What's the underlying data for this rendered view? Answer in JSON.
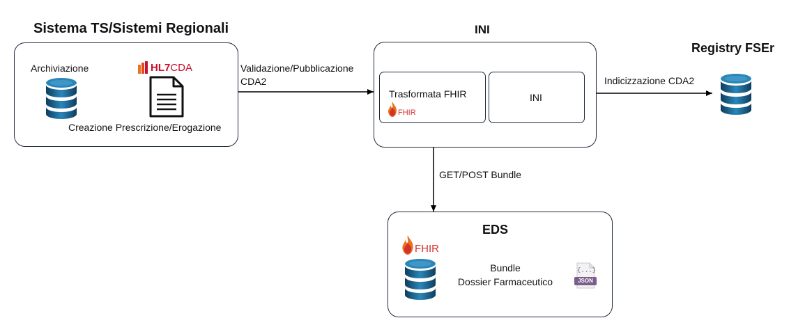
{
  "sistema": {
    "title": "Sistema TS/Sistemi Regionali",
    "archiviazione": "Archiviazione",
    "creazione": "Creazione Prescrizione/Erogazione",
    "hl7_logo": {
      "hl7": "HL7",
      "cda": "CDA"
    }
  },
  "ini": {
    "title": "INI",
    "trasformata": "Trasformata FHIR",
    "inner_ini": "INI",
    "fhir_logo": "FHIR"
  },
  "registry": {
    "title": "Registry FSEr"
  },
  "eds": {
    "title": "EDS",
    "bundle": "Bundle",
    "dossier": "Dossier Farmaceutico",
    "fhir_logo": "FHIR",
    "json_label": "JSON",
    "json_braces": "{...}"
  },
  "arrows": {
    "validazione_line1": "Validazione/Pubblicazione",
    "validazione_line2": "CDA2",
    "indicizzazione": "Indicizzazione CDA2",
    "get_post": "GET/POST Bundle"
  },
  "colors": {
    "database_blue": "#1c6f9c",
    "database_dark": "#0e3d5e",
    "hl7_red": "#c8102e",
    "hl7_orange": "#e8731b",
    "fhir_red": "#d3302f",
    "json_purple": "#7b5e8c",
    "border": "#1f2a3a"
  },
  "icons": {
    "database": "database-icon",
    "document": "document-icon",
    "fhir": "fhir-flame-icon",
    "json": "json-file-icon",
    "hl7": "hl7-logo-icon"
  }
}
